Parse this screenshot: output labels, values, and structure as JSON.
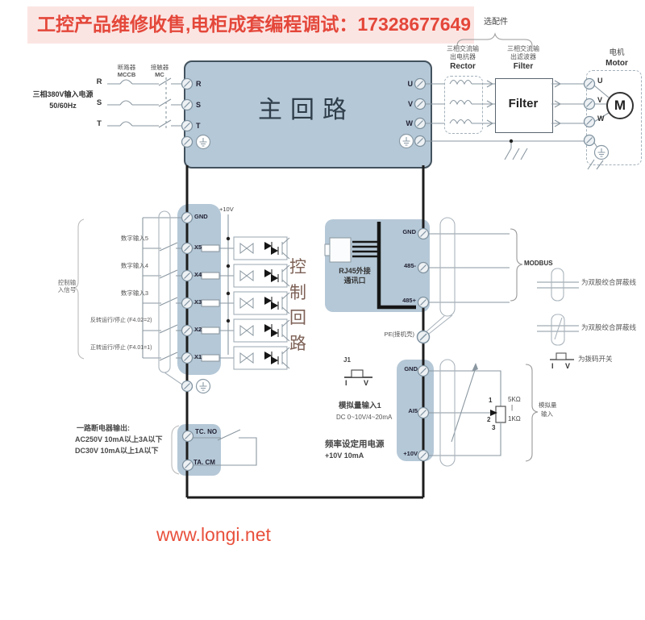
{
  "colors": {
    "banner_bg": "#fbe5e3",
    "banner_text": "#e4473a",
    "block_fill": "#b5c8d7",
    "block_border": "#43525e",
    "wire": "#8a97a0",
    "bus": "#1d1d1d",
    "footer_text": "#e8503c"
  },
  "banner": {
    "text": "工控产品维修收售,电柜成套编程调试：17328677649"
  },
  "options": {
    "group_label": "选配件",
    "reactor": {
      "l1": "三相交流输",
      "l2": "出电抗器",
      "l3": "Rector"
    },
    "filter": {
      "l1": "三相交流输",
      "l2": "出滤波器",
      "l3": "Filter",
      "box_label": "Filter"
    }
  },
  "motor": {
    "name_cn": "电机",
    "name_en": "Motor",
    "symbol": "M"
  },
  "power_input": {
    "line1": "三相380V输入电源",
    "line2": "50/60Hz",
    "breaker_name": "断路器",
    "breaker_code": "MCCB",
    "contactor_name": "接触器",
    "contactor_code": "MC",
    "phases": [
      "R",
      "S",
      "T"
    ]
  },
  "main_circuit": {
    "title": "主回路",
    "outputs": [
      "U",
      "V",
      "W"
    ]
  },
  "control": {
    "bracket_l1": "控制输",
    "bracket_l2": "入信号",
    "plus10v": "+10V",
    "gnd": "GND",
    "rows": [
      {
        "label": "数字输入5",
        "term": "X5"
      },
      {
        "label": "数字输入4",
        "term": "X4"
      },
      {
        "label": "数字输入3",
        "term": "X3"
      },
      {
        "label": "反转运行/停止 (F4.02=2)",
        "term": "X2"
      },
      {
        "label": "正转运行/停止 (F4.01=1)",
        "term": "X1"
      }
    ]
  },
  "control_circuit_title": "控制回路",
  "comm": {
    "port_l1": "RJ45外接",
    "port_l2": "通讯口",
    "terminals": [
      "GND",
      "485-",
      "485+"
    ],
    "bus": "MODBUS"
  },
  "legend": {
    "item1": "为双股绞合屏蔽线",
    "item2": "为双股绞合屏蔽线",
    "item3": "为拨码开关",
    "dip_i": "I",
    "dip_v": "V"
  },
  "pe": {
    "label": "PE(接机壳)"
  },
  "analog": {
    "j1": "J1",
    "i": "I",
    "v": "V",
    "in_label": "模拟量输入1",
    "in_range": "DC 0~10V/4~20mA",
    "supply": "频率设定用电源",
    "supply_spec": "+10V 10mA",
    "terminals": [
      "GND",
      "AI5",
      "+10V"
    ],
    "pot": {
      "p1": "1",
      "p2": "2",
      "p3": "3",
      "top": "5KΩ",
      "sep": "|",
      "bottom": "1KΩ"
    },
    "bracket_l1": "模拟量",
    "bracket_l2": "输入"
  },
  "relay": {
    "title": "一路断电器输出:",
    "spec1": "AC250V  10mA以上3A以下",
    "spec2": "DC30V   10mA以上1A以下",
    "t1": "TC. NO",
    "t2": "TA. CM"
  },
  "footer": {
    "url": "www.longi.net"
  }
}
